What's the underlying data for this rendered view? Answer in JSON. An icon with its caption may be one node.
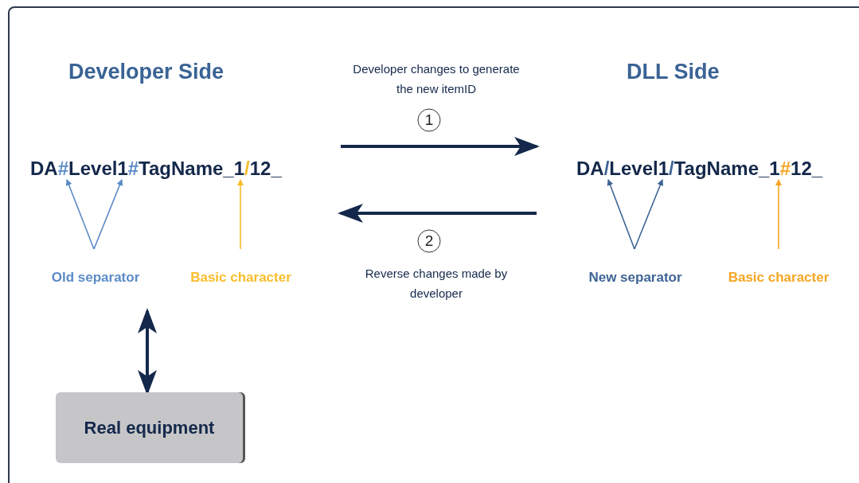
{
  "diagram": {
    "nodes": [
      {
        "text": [
          "Developer Side"
        ]
      },
      {
        "text": [
          "DA**#**Level1**#**TagName_1**/**12_"
        ],
        "in": 0
      },
      {
        "text": [
          "Old separator"
        ],
        "in": 0
      },
      {
        "text": [
          "Basic character"
        ],
        "in": 0
      },
      {
        "text": [
          "DLL Side"
        ]
      },
      {
        "text": [
          "DA**/**Level1**/**TagName_1**#**12_"
        ],
        "in": 4
      },
      {
        "text": [
          "New separator"
        ],
        "in": 4
      },
      {
        "text": [
          "Basic character"
        ],
        "in": 4
      },
      {
        "text": [
          "Real equipment"
        ]
      }
    ],
    "edges": [
      {
        "from": 0,
        "to": 4,
        "arrow": "to",
        "label": "Developer changes to generate the new itemID",
        "style": "thick"
      },
      {
        "from": 4,
        "to": 0,
        "arrow": "to",
        "label": "Reverse changes made by developer",
        "style": "thick"
      },
      {
        "from": 2,
        "to": 1,
        "arrow": "to",
        "color": "#5b8bc7"
      },
      {
        "from": 2,
        "to": 1,
        "arrow": "to",
        "color": "#5b8bc7"
      },
      {
        "from": 3,
        "to": 1,
        "arrow": "to",
        "color": "#f8bd2a"
      },
      {
        "from": 6,
        "to": 5,
        "arrow": "to",
        "color": "#3f6596"
      },
      {
        "from": 6,
        "to": 5,
        "arrow": "to",
        "color": "#3f6596"
      },
      {
        "from": 7,
        "to": 5,
        "arrow": "to",
        "color": "#f5a623"
      },
      {
        "from": 0,
        "to": 8,
        "arrow": "both",
        "style": "thick"
      }
    ],
    "labels": [
      "1",
      "2"
    ]
  }
}
